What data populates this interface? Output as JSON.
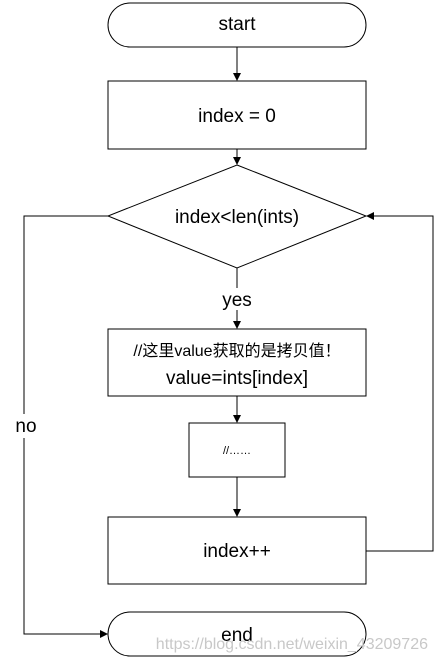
{
  "flowchart": {
    "start_label": "start",
    "init_label": "index = 0",
    "condition_label": "index<len(ints)",
    "yes_label": "yes",
    "no_label": "no",
    "body_comment": "//这里value获取的是拷贝值！",
    "body_statement": "value=ints[index]",
    "ellipsis_label": "//……",
    "increment_label": "index++",
    "end_label": "end"
  },
  "watermark": "https://blog.csdn.net/weixin_43209726",
  "colors": {
    "stroke": "#000000",
    "fill": "#ffffff",
    "watermark": "#c8c8c8"
  }
}
